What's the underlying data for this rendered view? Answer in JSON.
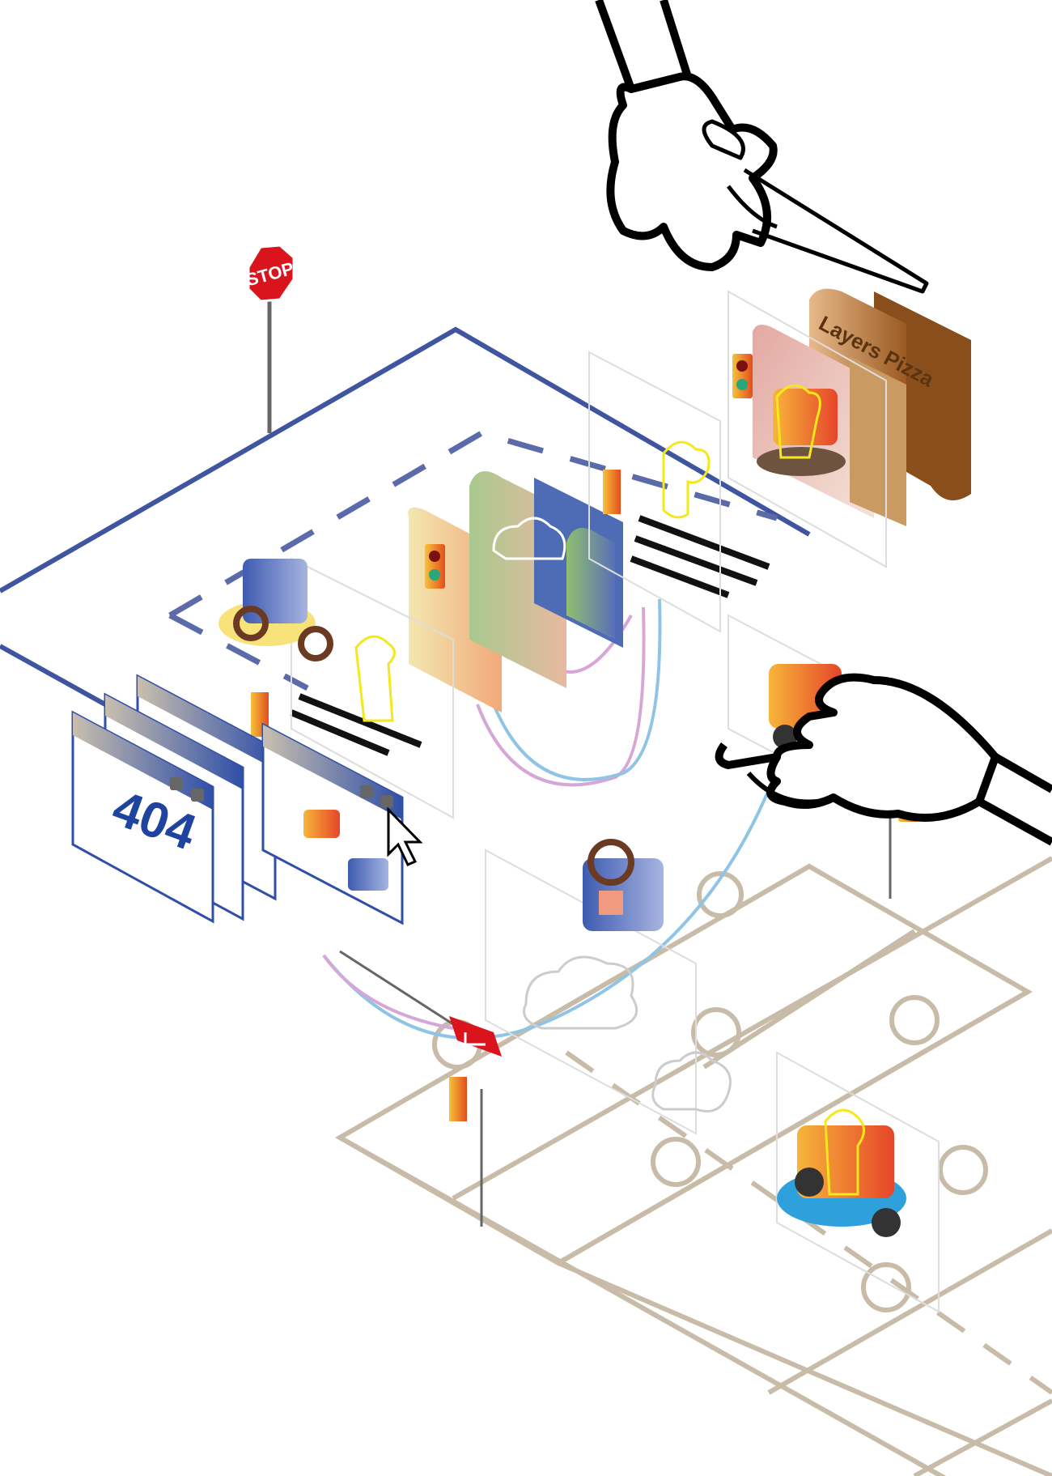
{
  "stop_sign": {
    "label": "STOP"
  },
  "error_window": {
    "code": "404"
  },
  "pizza_box": {
    "brand": "Layers Pizza"
  },
  "colors": {
    "plane_blue": "#3f55a0",
    "grid_beige": "#c8bca8",
    "stop_red": "#d9141c",
    "arc_pink": "#d6a6d6",
    "arc_blue": "#8fc4e6",
    "box_brown": "#b9783a",
    "traffic_orange": "#f08a1c"
  }
}
